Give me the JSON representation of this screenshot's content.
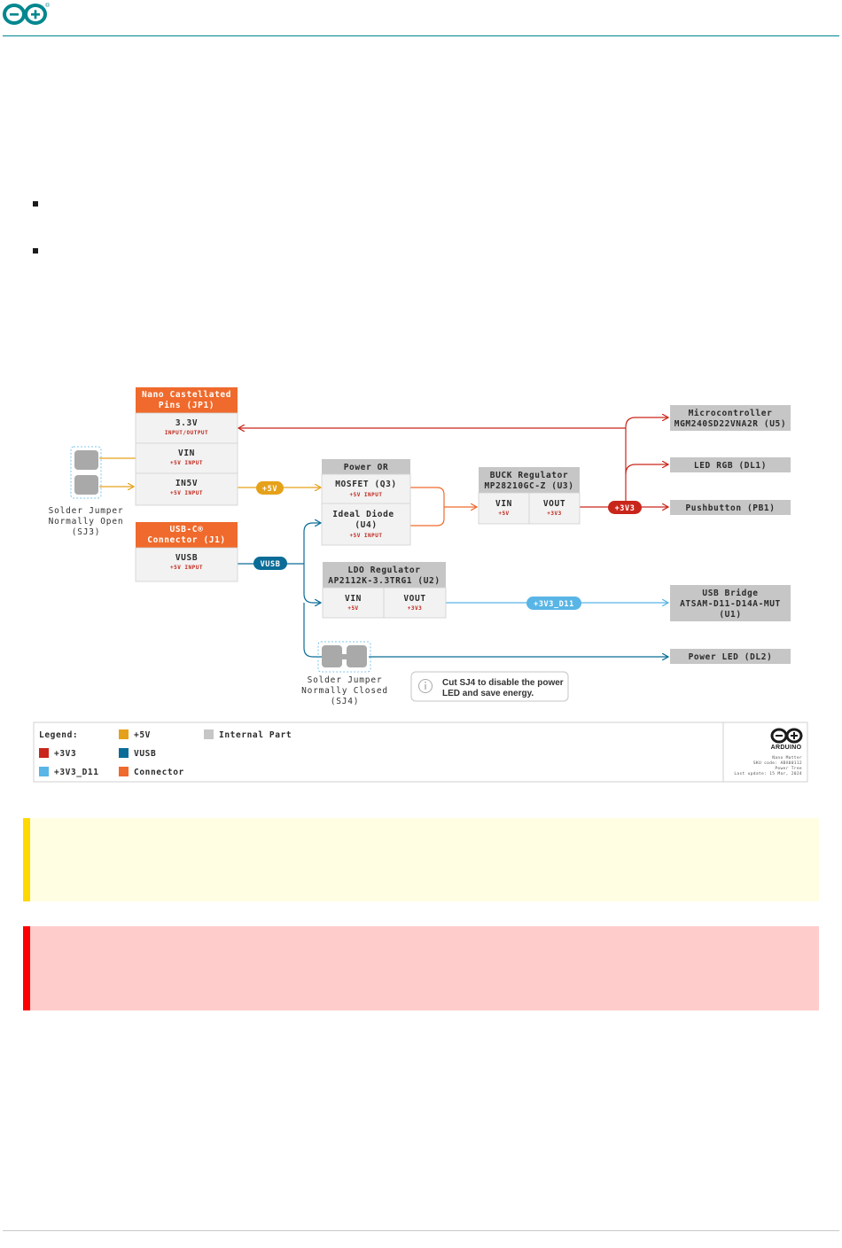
{
  "colors": {
    "v5": "#e6a11a",
    "v3v3": "#c9261b",
    "vusb": "#0b6c97",
    "v3v3_d11": "#58b5e6",
    "connector": "#ef6a2c",
    "internal": "#c6c6c6",
    "teal": "#00878f",
    "warning_bg": "#fffee2",
    "warning_bar": "#ffd800",
    "danger_bg": "#ffcccc",
    "danger_bar": "#ff0000"
  },
  "icons": {
    "logo": "arduino-infinity-logo",
    "info": "info-icon"
  },
  "diagram": {
    "jp1": {
      "title": "Nano Castellated Pins (JP1)",
      "title_1": "Nano Castellated",
      "title_2": "Pins (JP1)",
      "rows": [
        {
          "label": "3.3V",
          "sub": "INPUT/OUTPUT"
        },
        {
          "label": "VIN",
          "sub": "+5V INPUT"
        },
        {
          "label": "IN5V",
          "sub": "+5V INPUT"
        }
      ]
    },
    "j1": {
      "title_1": "USB-C®",
      "title_2": "Connector (J1)",
      "row": {
        "label": "VUSB",
        "sub": "+5V INPUT"
      }
    },
    "sj3": {
      "line_1": "Solder Jumper",
      "line_2": "Normally Open",
      "line_3": "(SJ3)"
    },
    "sj4": {
      "line_1": "Solder Jumper",
      "line_2": "Normally Closed",
      "line_3": "(SJ4)"
    },
    "power_or": {
      "title": "Power OR",
      "mosfet": {
        "label": "MOSFET (Q3)",
        "sub": "+5V INPUT"
      },
      "diode": {
        "label_1": "Ideal Diode",
        "label_2": "(U4)",
        "sub": "+5V INPUT"
      }
    },
    "buck": {
      "title_1": "BUCK Regulator",
      "title_2": "MP28210GC-Z (U3)",
      "vin": {
        "label": "VIN",
        "sub": "+5V"
      },
      "vout": {
        "label": "VOUT",
        "sub": "+3V3"
      }
    },
    "ldo": {
      "title_1": "LDO Regulator",
      "title_2": "AP2112K-3.3TRG1 (U2)",
      "vin": {
        "label": "VIN",
        "sub": "+5V"
      },
      "vout": {
        "label": "VOUT",
        "sub": "+3V3"
      }
    },
    "pills": {
      "v5": "+5V",
      "vusb": "VUSB",
      "v3v3": "+3V3",
      "v3v3_d11": "+3V3_D11"
    },
    "targets": {
      "mcu_1": "Microcontroller",
      "mcu_2": "MGM240SD22VNA2R (U5)",
      "led_rgb": "LED RGB (DL1)",
      "pushbutton": "Pushbutton (PB1)",
      "usb_bridge_1": "USB Bridge",
      "usb_bridge_2": "ATSAM-D11-D14A-MUT",
      "usb_bridge_3": "(U1)",
      "power_led": "Power LED (DL2)"
    },
    "note": {
      "line_1": "Cut SJ4 to disable the power",
      "line_2": "LED and save energy."
    }
  },
  "legend": {
    "title": "Legend:",
    "items": {
      "v5": "+5V",
      "internal": "Internal Part",
      "v3v3": "+3V3",
      "vusb": "VUSB",
      "v3v3_d11": "+3V3_D11",
      "connector": "Connector"
    },
    "brand": "ARDUINO",
    "meta_1": "Nano Matter",
    "meta_2": "SKU code: ABX00112",
    "meta_3": "Power Tree",
    "meta_4": "Last update: 15 Mar, 2024"
  }
}
